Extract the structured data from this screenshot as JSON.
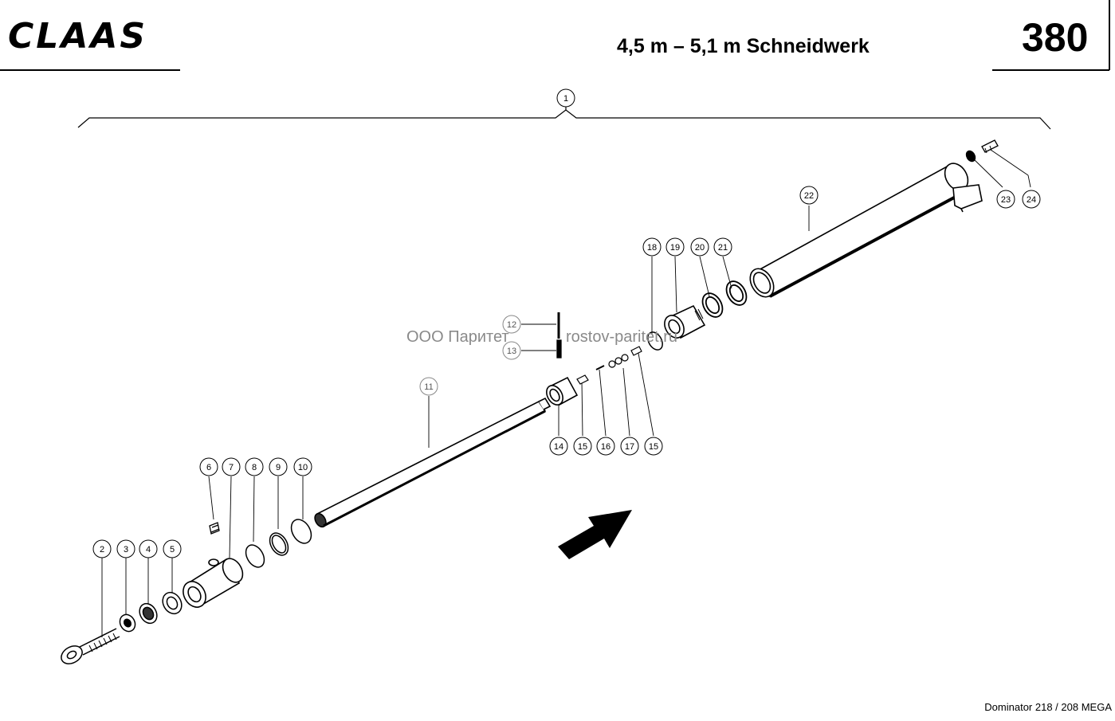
{
  "brand": {
    "name": "CLAAS"
  },
  "title": "4,5 m – 5,1 m Schneidwerk",
  "page_number": "380",
  "model": "Dominator 218 / 208 MEGA",
  "watermark": {
    "left": "ООО Паритет",
    "right": "rostov-paritet.ru"
  },
  "callouts": [
    "1",
    "2",
    "3",
    "4",
    "5",
    "6",
    "7",
    "8",
    "9",
    "10",
    "11",
    "12",
    "13",
    "14",
    "15",
    "16",
    "17",
    "15",
    "18",
    "19",
    "20",
    "21",
    "22",
    "23",
    "24"
  ]
}
